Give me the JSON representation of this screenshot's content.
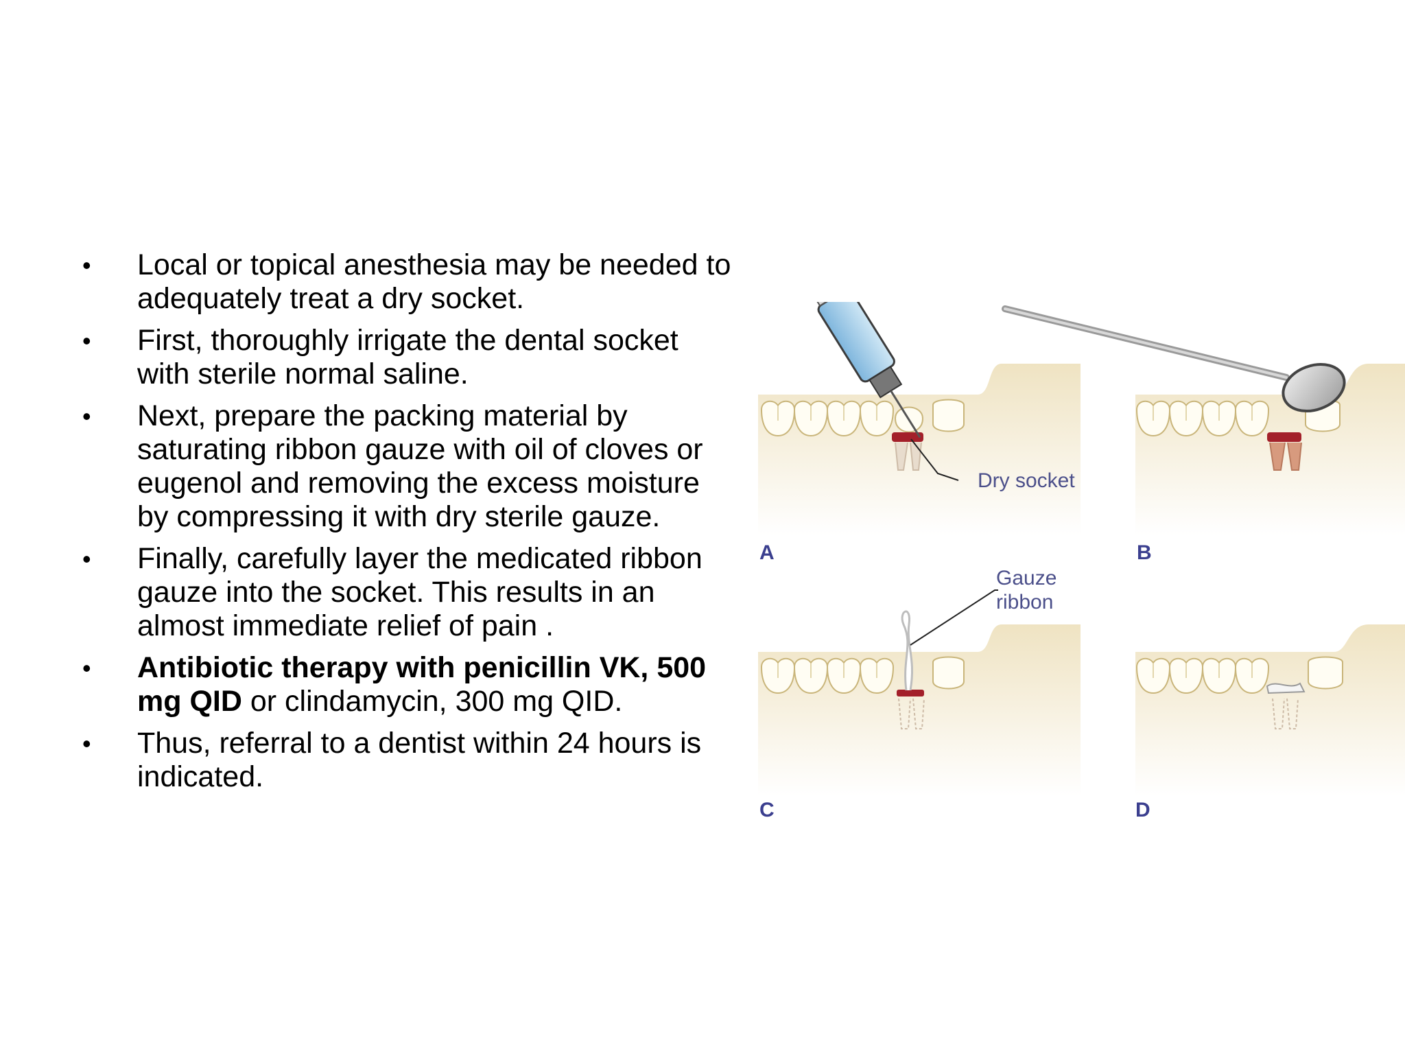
{
  "bullets": [
    {
      "text": "Local or topical anesthesia may be needed to adequately treat a dry socket."
    },
    {
      "text": " First, thoroughly irrigate the dental socket with sterile normal saline."
    },
    {
      "text": "Next, prepare the packing material by saturating ribbon gauze with oil of cloves or eugenol and removing the excess moisture by compressing it with dry sterile gauze."
    },
    {
      "text": "Finally, carefully layer the medicated ribbon gauze into the socket. This results in an almost immediate relief of pain ."
    },
    {
      "bold": " Antibiotic therapy with penicillin VK, 500 mg QID",
      "text": " or clindamycin, 300 mg QID."
    },
    {
      "text": "Thus, referral to a dentist within 24 hours is indicated."
    }
  ],
  "bullet_symbol": "•",
  "figure": {
    "panels": [
      "A",
      "B",
      "C",
      "D"
    ],
    "labels": {
      "dry_socket": "Dry socket",
      "gauze_line1": "Gauze",
      "gauze_line2": "ribbon"
    },
    "colors": {
      "gum": "#efe3c2",
      "tooth": "#fffdf3",
      "tooth_outline": "#c9b57a",
      "blood": "#a3202a",
      "root": "#d79a7e",
      "syringe_fluid": "#9fcbe6",
      "label": "#4b4f8a",
      "panel_letter": "#3b3f8f"
    }
  }
}
